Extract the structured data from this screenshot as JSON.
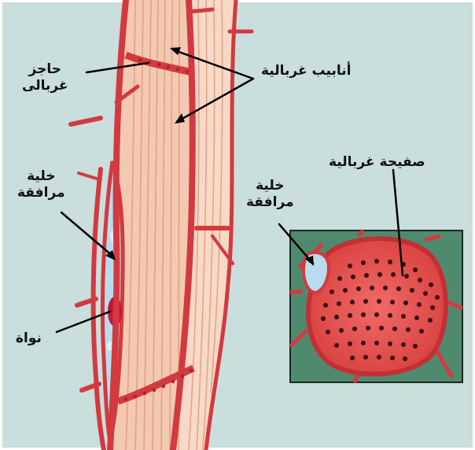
{
  "labels": {
    "sieve_tubes": "أنابيب غربالية",
    "sieve_barrier_line1": "حاجز",
    "sieve_barrier_line2": "غربالى",
    "companion_left_line1": "خلية",
    "companion_left_line2": "مرافقة",
    "nucleus": "نواة",
    "sieve_plate": "صفيحة غربالية",
    "companion_inset_line1": "خلية",
    "companion_inset_line2": "مرافقة"
  },
  "colors": {
    "background": "#c9dedd",
    "tube_fill": "#f3c9b1",
    "tube_stripe": "#e29a80",
    "wall_red": "#d23a3f",
    "companion_fill": "#b8dcee",
    "nucleus": "#c2173d",
    "inset_background": "#4f8a6f",
    "plate_dots": "#3a0a12"
  }
}
